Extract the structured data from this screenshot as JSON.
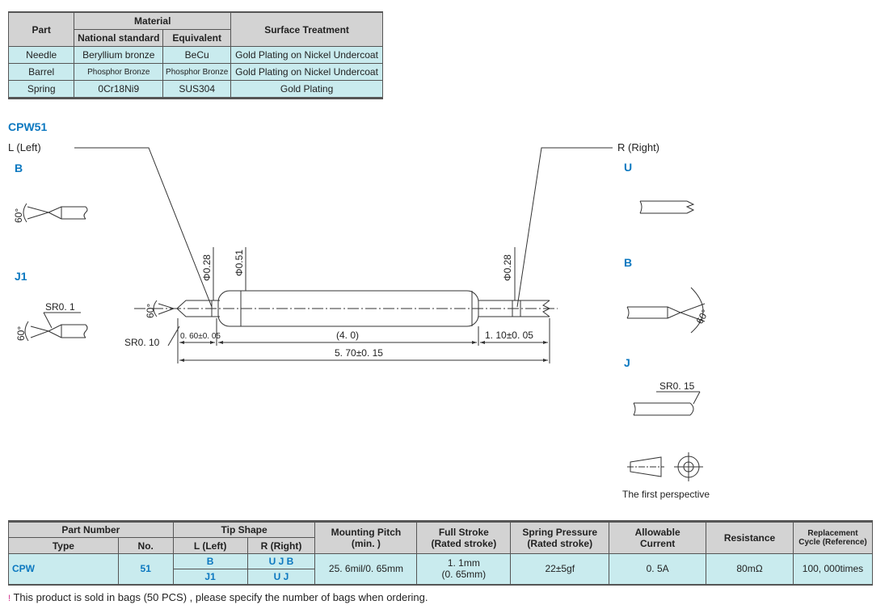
{
  "material_table": {
    "headers": {
      "part": "Part",
      "material": "Material",
      "national_standard": "National standard",
      "equivalent": "Equivalent",
      "surface_treatment": "Surface Treatment"
    },
    "rows": [
      {
        "part": "Needle",
        "national": "Beryllium bronze",
        "equivalent": "BeCu",
        "surface": "Gold Plating on Nickel Undercoat"
      },
      {
        "part": "Barrel",
        "national": "Phosphor Bronze",
        "equivalent": "Phosphor Bronze",
        "surface": "Gold Plating on Nickel Undercoat"
      },
      {
        "part": "Spring",
        "national": "0Cr18Ni9",
        "equivalent": "SUS304",
        "surface": "Gold Plating"
      }
    ]
  },
  "drawing": {
    "model": "CPW51",
    "left_label": "L (Left)",
    "right_label": "R (Right)",
    "left_tips": {
      "b": "B",
      "j1": "J1"
    },
    "right_tips": {
      "u": "U",
      "b": "B",
      "j": "J"
    },
    "angle_60": "60°",
    "sr01": "SR0. 1",
    "sr010": "SR0. 10",
    "sr015": "SR0. 15",
    "phi028_left": "Φ0.28",
    "phi051": "Φ0.51",
    "phi028_right": "Φ0.28",
    "dim_left": "0. 60±0. 05",
    "dim_mid": "(4. 0)",
    "dim_right": "1. 10±0. 05",
    "dim_total": "5. 70±0. 15",
    "perspective": "The first perspective"
  },
  "spec_table": {
    "headers": {
      "part_number": "Part Number",
      "type": "Type",
      "no": "No.",
      "tip_shape": "Tip  Shape",
      "l_left": "L (Left)",
      "r_right": "R (Right)",
      "pitch_1": "Mounting Pitch",
      "pitch_2": "(min. )",
      "stroke_1": "Full Stroke",
      "stroke_2": "(Rated stroke)",
      "pressure_1": "Spring Pressure",
      "pressure_2": "(Rated stroke)",
      "current_1": "Allowable",
      "current_2": "Current",
      "resistance": "Resistance",
      "cycle_1": "Replacement",
      "cycle_2": "Cycle (Reference)"
    },
    "row": {
      "type": "CPW",
      "no": "51",
      "l1": "B",
      "r1": "U   J   B",
      "l2": "J1",
      "r2": "U   J",
      "pitch": "25. 6mil/0. 65mm",
      "stroke_1": "1. 1mm",
      "stroke_2": "(0. 65mm)",
      "pressure": "22±5gf",
      "current": "0. 5A",
      "resistance": "80mΩ",
      "cycle": "100, 000times"
    }
  },
  "note": {
    "mark": "!",
    "text": "This product is sold in bags (50 PCS) , please specify the number of bags when ordering."
  },
  "colors": {
    "accent_blue": "#0c78c0",
    "cell_fill": "#c9ebee",
    "header_fill": "#d3d3d3"
  }
}
